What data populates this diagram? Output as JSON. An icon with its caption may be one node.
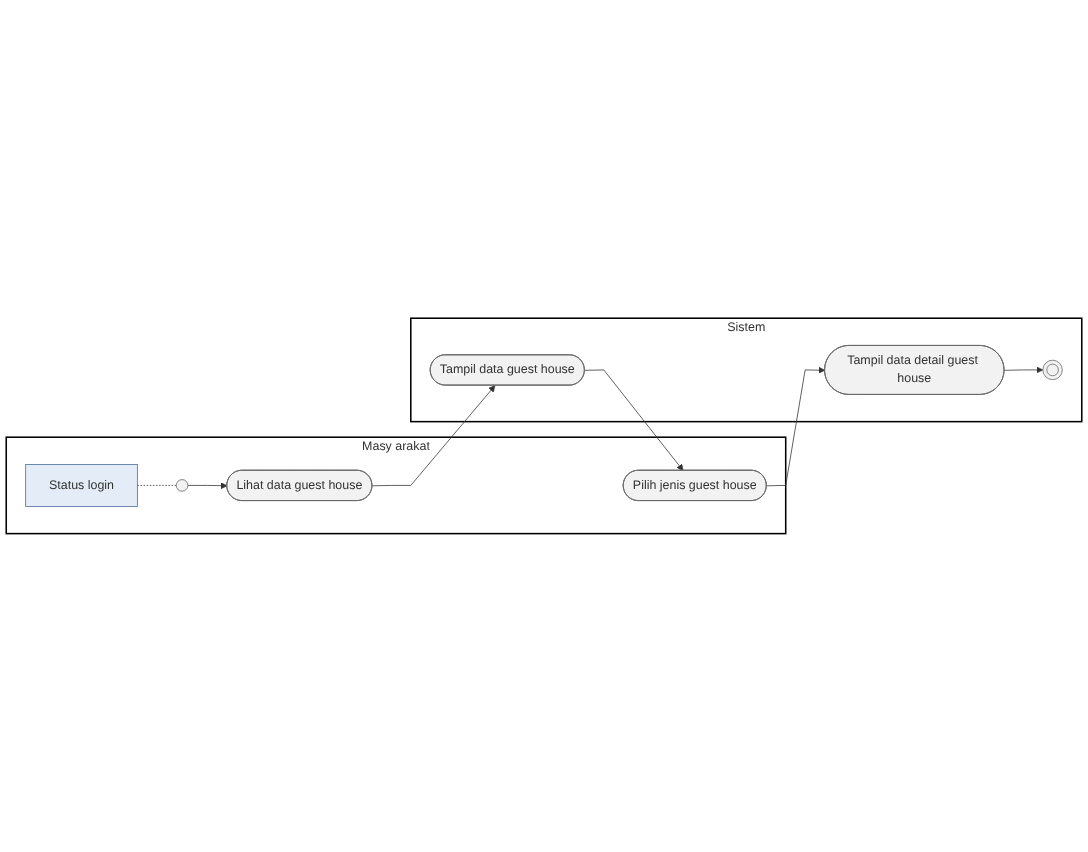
{
  "diagram": {
    "nodes": [
      {
        "text": [
          "Masy arakat"
        ]
      },
      {
        "text": [
          "Status login"
        ],
        "in": 0
      },
      {
        "text": [],
        "shape": "circle",
        "in": 0
      },
      {
        "text": [
          "Lihat data guest house"
        ],
        "in": 0
      },
      {
        "text": [
          "Pilih jenis guest house"
        ],
        "in": 0
      },
      {
        "text": [
          "Sistem"
        ]
      },
      {
        "text": [
          "Tampil data guest house"
        ],
        "in": 5
      },
      {
        "text": [
          "Tampil data detail guest house"
        ],
        "in": 5
      },
      {
        "text": [],
        "shape": "circle",
        "in": 5
      }
    ],
    "edges": [
      {
        "from": 1,
        "to": 2,
        "arrow": "none",
        "style": "dashed"
      },
      {
        "from": 2,
        "to": 3,
        "arrow": "to"
      },
      {
        "from": 3,
        "to": 6,
        "arrow": "to"
      },
      {
        "from": 6,
        "to": 4,
        "arrow": "to"
      },
      {
        "from": 4,
        "to": 7,
        "arrow": "to"
      },
      {
        "from": 7,
        "to": 8,
        "arrow": "to"
      }
    ]
  }
}
